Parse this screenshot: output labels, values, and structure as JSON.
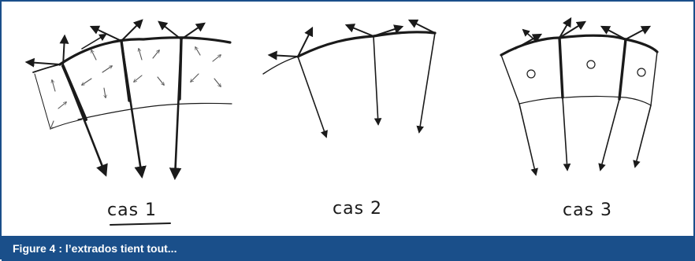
{
  "figure": {
    "caption": "Figure 4 : l’extrados tient tout...",
    "accent_color": "#1a4f8a",
    "cases": [
      {
        "label": "cas 1"
      },
      {
        "label": "cas 2"
      },
      {
        "label": "cas 3"
      }
    ]
  }
}
